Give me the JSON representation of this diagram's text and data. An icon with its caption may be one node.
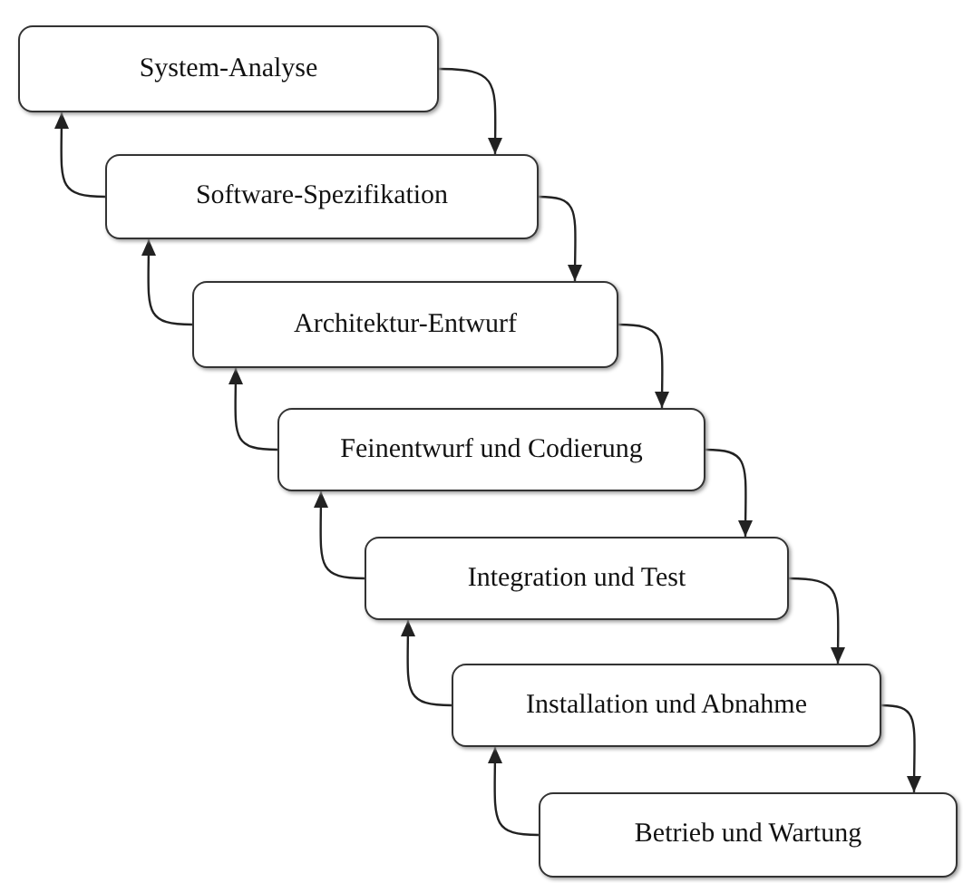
{
  "diagram": {
    "nodes": [
      {
        "text": [
          "System-Analyse"
        ]
      },
      {
        "text": [
          "Software-Spezifikation"
        ]
      },
      {
        "text": [
          "Architektur-Entwurf"
        ]
      },
      {
        "text": [
          "Feinentwurf und Codierung"
        ]
      },
      {
        "text": [
          "Integration und Test"
        ]
      },
      {
        "text": [
          "Installation und Abnahme"
        ]
      },
      {
        "text": [
          "Betrieb und Wartung"
        ]
      }
    ],
    "edges": [
      {
        "from": 0,
        "to": 1,
        "arrow": "to"
      },
      {
        "from": 1,
        "to": 0,
        "arrow": "to"
      },
      {
        "from": 1,
        "to": 2,
        "arrow": "to"
      },
      {
        "from": 2,
        "to": 1,
        "arrow": "to"
      },
      {
        "from": 2,
        "to": 3,
        "arrow": "to"
      },
      {
        "from": 3,
        "to": 2,
        "arrow": "to"
      },
      {
        "from": 3,
        "to": 4,
        "arrow": "to"
      },
      {
        "from": 4,
        "to": 3,
        "arrow": "to"
      },
      {
        "from": 4,
        "to": 5,
        "arrow": "to"
      },
      {
        "from": 5,
        "to": 4,
        "arrow": "to"
      },
      {
        "from": 5,
        "to": 6,
        "arrow": "to"
      },
      {
        "from": 6,
        "to": 5,
        "arrow": "to"
      }
    ]
  }
}
